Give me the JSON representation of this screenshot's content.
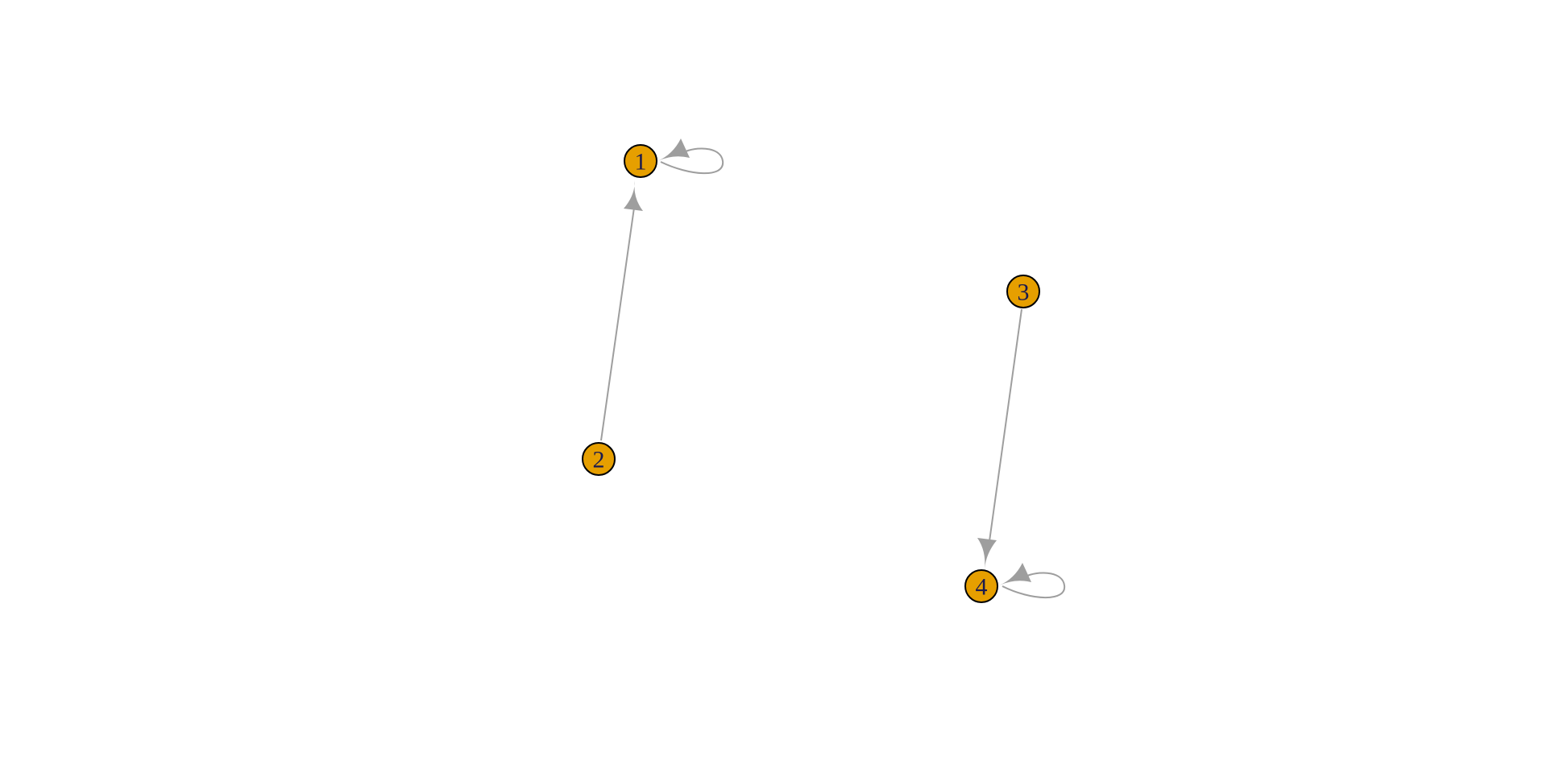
{
  "graph": {
    "directed": true,
    "colors": {
      "node_fill": "#E69F00",
      "node_border": "#000000",
      "label": "#1a1a4e",
      "edge": "#9e9e9e"
    },
    "nodes": [
      {
        "id": "1",
        "label": "1"
      },
      {
        "id": "2",
        "label": "2"
      },
      {
        "id": "3",
        "label": "3"
      },
      {
        "id": "4",
        "label": "4"
      }
    ],
    "edges": [
      {
        "from": "2",
        "to": "1"
      },
      {
        "from": "1",
        "to": "1"
      },
      {
        "from": "3",
        "to": "4"
      },
      {
        "from": "4",
        "to": "4"
      }
    ]
  }
}
